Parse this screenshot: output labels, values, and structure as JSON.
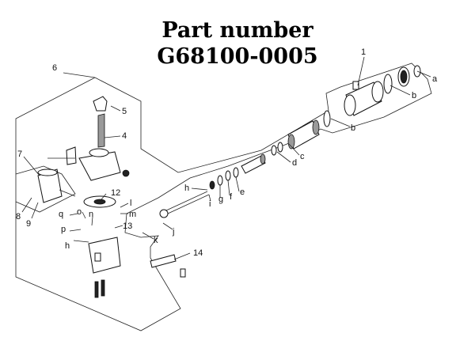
{
  "title": {
    "line1": "Part number",
    "line2": "G68100-0005"
  },
  "callouts": [
    "1",
    "a",
    "b",
    "b",
    "c",
    "d",
    "e",
    "f",
    "g",
    "h",
    "i",
    "j",
    "k",
    "l",
    "m",
    "n",
    "o",
    "p",
    "q",
    "h",
    "4",
    "5",
    "6",
    "7",
    "8",
    "9",
    "12",
    "13",
    "14"
  ]
}
